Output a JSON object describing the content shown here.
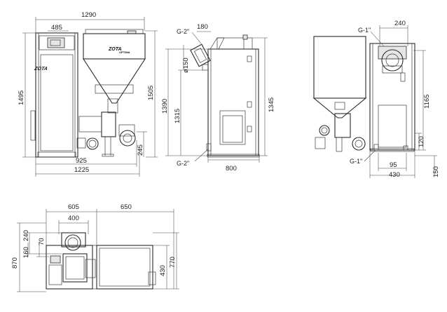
{
  "dimensions": {
    "front": {
      "overall_width": "1290",
      "boiler_width": "485",
      "overall_height": "1495",
      "hopper_height": "1505",
      "burner_height": "245",
      "depth_925": "925",
      "depth_1225": "1225"
    },
    "side": {
      "flue_offset": "180",
      "flue_diameter": "ø150",
      "height_1390": "1390",
      "height_1315": "1315",
      "height_1345": "1345",
      "width_800": "800"
    },
    "rear": {
      "width_240": "240",
      "height_1165": "1165",
      "height_120": "120",
      "height_150": "150",
      "width_95": "95",
      "width_430": "430"
    },
    "top": {
      "width_605": "605",
      "width_650": "650",
      "width_400": "400",
      "height_870": "870",
      "height_240": "240",
      "height_160": "160",
      "height_70": "70",
      "height_770": "770",
      "height_430": "430"
    }
  },
  "connections": {
    "side_top": "G-2\"",
    "side_bottom": "G-2\"",
    "rear_top": "G-1\"",
    "rear_bottom": "G-1\""
  },
  "branding": {
    "brand": "ZOTA",
    "model": "OPTIMA"
  }
}
